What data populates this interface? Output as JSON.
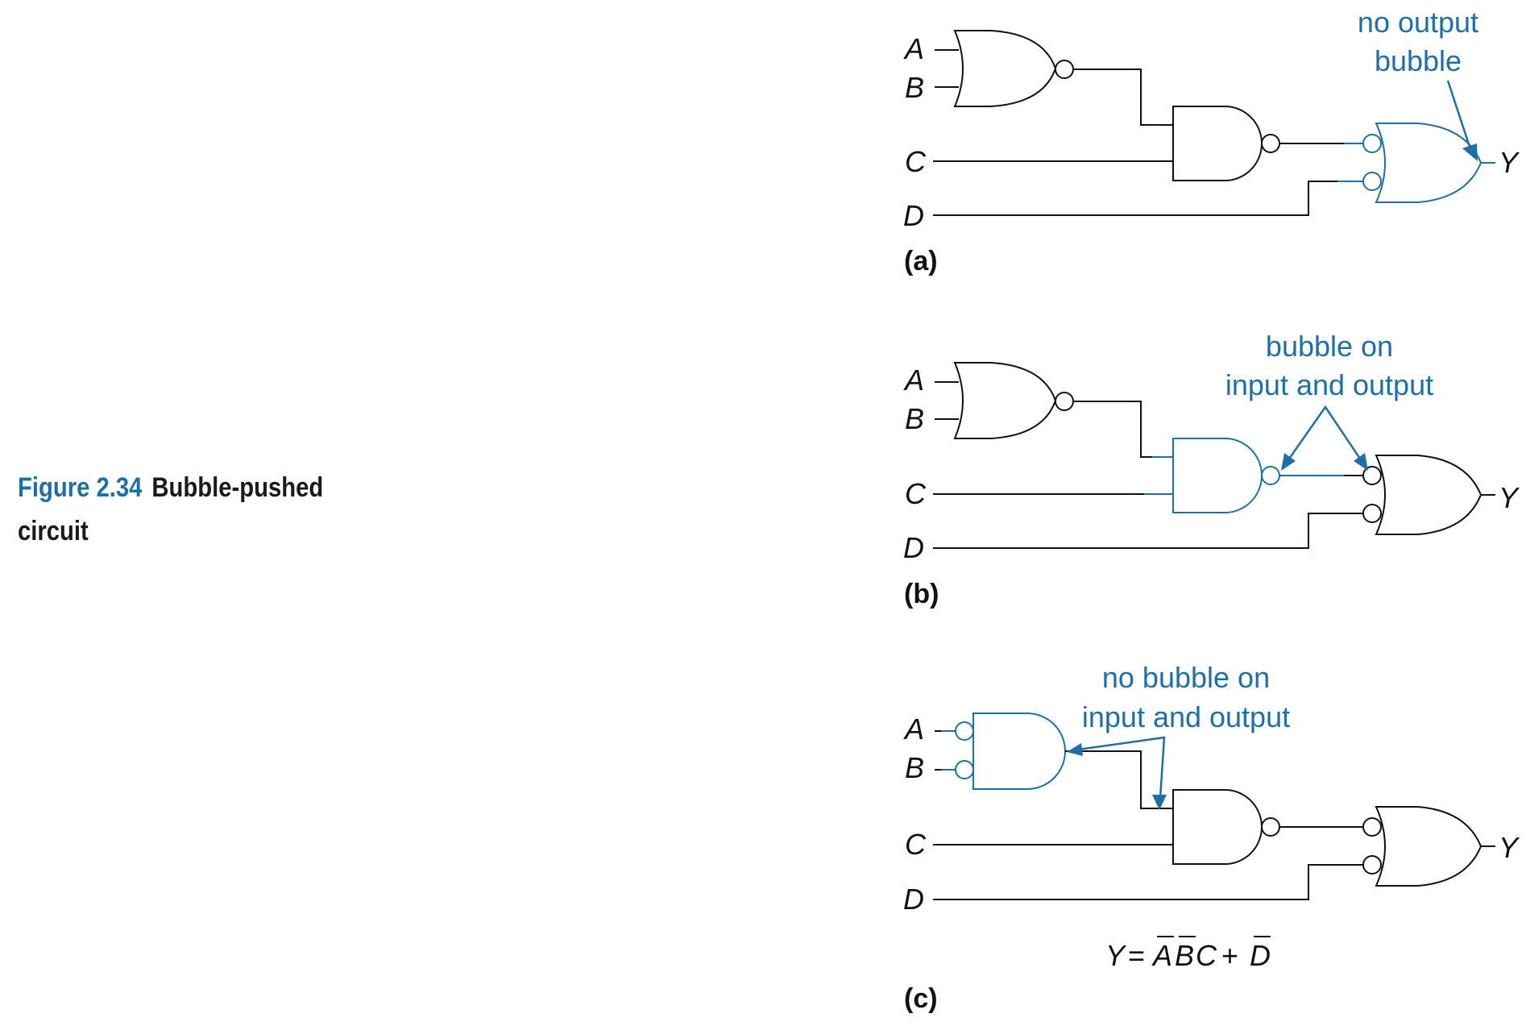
{
  "caption": {
    "figure_number": "Figure 2.34",
    "title_line1": "Bubble-pushed",
    "title_line2": "circuit"
  },
  "colors": {
    "accent": "#1f6fa6",
    "ink": "#111111"
  },
  "panels": [
    {
      "label": "(a)",
      "inputs": [
        "A",
        "B",
        "C",
        "D"
      ],
      "output": "Y",
      "annotation_line1": "no output",
      "annotation_line2": "bubble"
    },
    {
      "label": "(b)",
      "inputs": [
        "A",
        "B",
        "C",
        "D"
      ],
      "output": "Y",
      "annotation_line1": "bubble on",
      "annotation_line2": "input and output"
    },
    {
      "label": "(c)",
      "inputs": [
        "A",
        "B",
        "C",
        "D"
      ],
      "output": "Y",
      "annotation_line1": "no bubble on",
      "annotation_line2": "input and output",
      "equation": {
        "lhs": "Y",
        "equals": "=",
        "term1": "A",
        "term2": "B",
        "term3": "C",
        "plus": "+",
        "term4": "D"
      }
    }
  ]
}
